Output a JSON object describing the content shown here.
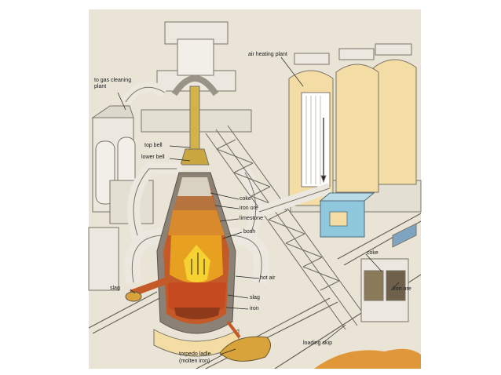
{
  "labels": {
    "gas_cleaning": "to gas cleaning plant",
    "air_heating": "air heating plant",
    "top_bell": "top bell",
    "lower_bell": "lower bell",
    "coke": "coke",
    "iron_ore": "iron ore",
    "limestone": "limestone",
    "bosh": "bosh",
    "hot_air": "hot air",
    "slag_left": "slag",
    "slag": "slag",
    "iron": "iron",
    "coke_bin": "coke",
    "iron_ore_bin": "iron ore",
    "loading_skip": "loading skip",
    "torpedo_ladle": "torpedo ladle",
    "molten_iron": "(molten iron)"
  },
  "colors": {
    "background": "#e9e4d6",
    "steel": "#ece8df",
    "furnace_outer": "#c45a28",
    "furnace_hot": "#e8a020",
    "flame": "#f5d232",
    "cream_tank": "#f3dda5",
    "blue_box": "#8fc7dc",
    "ladle": "#d9a33b"
  }
}
